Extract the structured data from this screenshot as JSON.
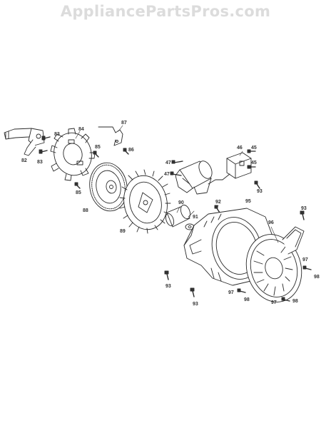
{
  "watermark": "AppliancePartsPros.com",
  "callouts": [
    {
      "id": "c82",
      "text": "82"
    },
    {
      "id": "c83a",
      "text": "83"
    },
    {
      "id": "c83b",
      "text": "83"
    },
    {
      "id": "c84",
      "text": "84"
    },
    {
      "id": "c85a",
      "text": "85"
    },
    {
      "id": "c85b",
      "text": "85"
    },
    {
      "id": "c86",
      "text": "86"
    },
    {
      "id": "c87",
      "text": "87"
    },
    {
      "id": "c88",
      "text": "88"
    },
    {
      "id": "c89",
      "text": "89"
    },
    {
      "id": "c90",
      "text": "90"
    },
    {
      "id": "c91",
      "text": "91"
    },
    {
      "id": "c92",
      "text": "92"
    },
    {
      "id": "c93a",
      "text": "93"
    },
    {
      "id": "c93b",
      "text": "93"
    },
    {
      "id": "c93c",
      "text": "93"
    },
    {
      "id": "c93d",
      "text": "93"
    },
    {
      "id": "c95",
      "text": "95"
    },
    {
      "id": "c96",
      "text": "96"
    },
    {
      "id": "c97a",
      "text": "97"
    },
    {
      "id": "c97b",
      "text": "97"
    },
    {
      "id": "c97c",
      "text": "97"
    },
    {
      "id": "c98a",
      "text": "98"
    },
    {
      "id": "c98b",
      "text": "98"
    },
    {
      "id": "c98c",
      "text": "98"
    },
    {
      "id": "c46",
      "text": "46"
    },
    {
      "id": "c45a",
      "text": "45"
    },
    {
      "id": "c45b",
      "text": "45"
    },
    {
      "id": "c47a",
      "text": "47"
    },
    {
      "id": "c47b",
      "text": "47"
    }
  ]
}
